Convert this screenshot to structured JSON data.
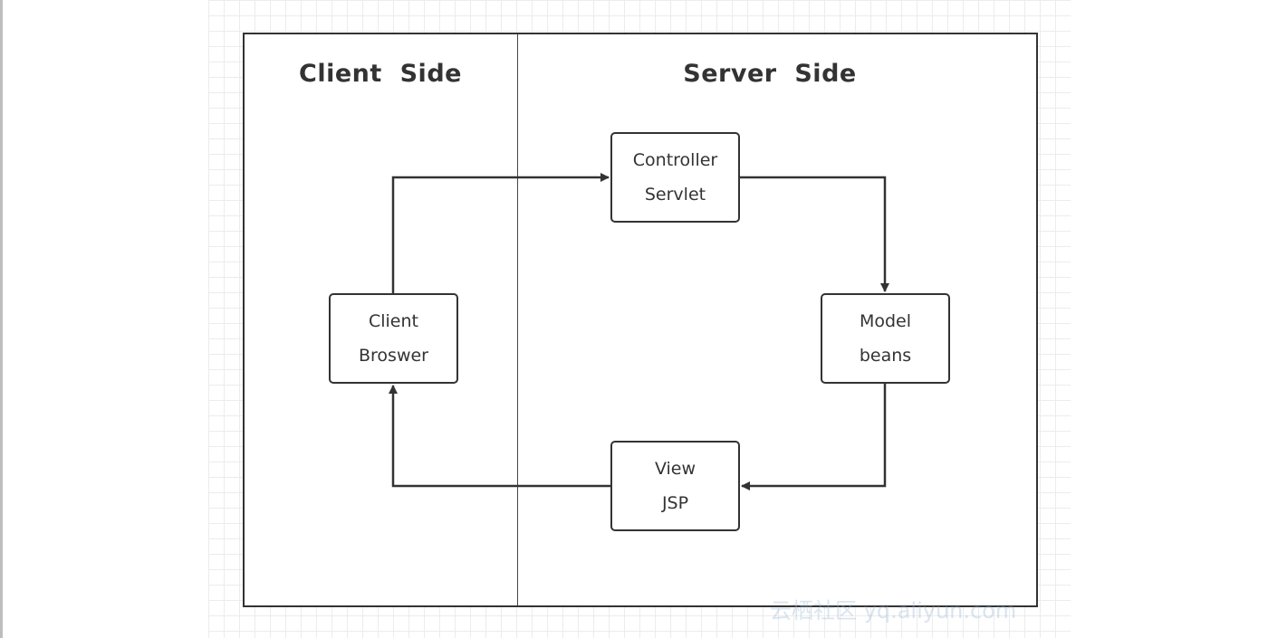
{
  "diagram": {
    "panels": {
      "client_title": "Client  Side",
      "server_title": "Server  Side"
    },
    "nodes": {
      "client": {
        "line1": "Client",
        "line2": "Broswer"
      },
      "controller": {
        "line1": "Controller",
        "line2": "Servlet"
      },
      "model": {
        "line1": "Model",
        "line2": "beans"
      },
      "view": {
        "line1": "View",
        "line2": "JSP"
      }
    },
    "edges": [
      {
        "from": "client",
        "to": "controller"
      },
      {
        "from": "controller",
        "to": "model"
      },
      {
        "from": "model",
        "to": "view"
      },
      {
        "from": "view",
        "to": "client"
      }
    ],
    "watermark": "云栖社区 yq.aliyun.com"
  },
  "colors": {
    "stroke": "#333333",
    "grid": "#ececec",
    "background": "#ffffff"
  }
}
